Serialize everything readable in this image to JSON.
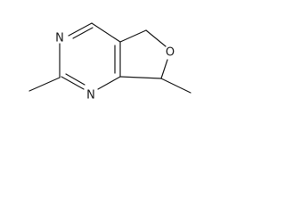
{
  "molecule": {
    "atoms": {
      "n_top": "N",
      "n_bottom": "N",
      "o_ring": "O"
    }
  }
}
